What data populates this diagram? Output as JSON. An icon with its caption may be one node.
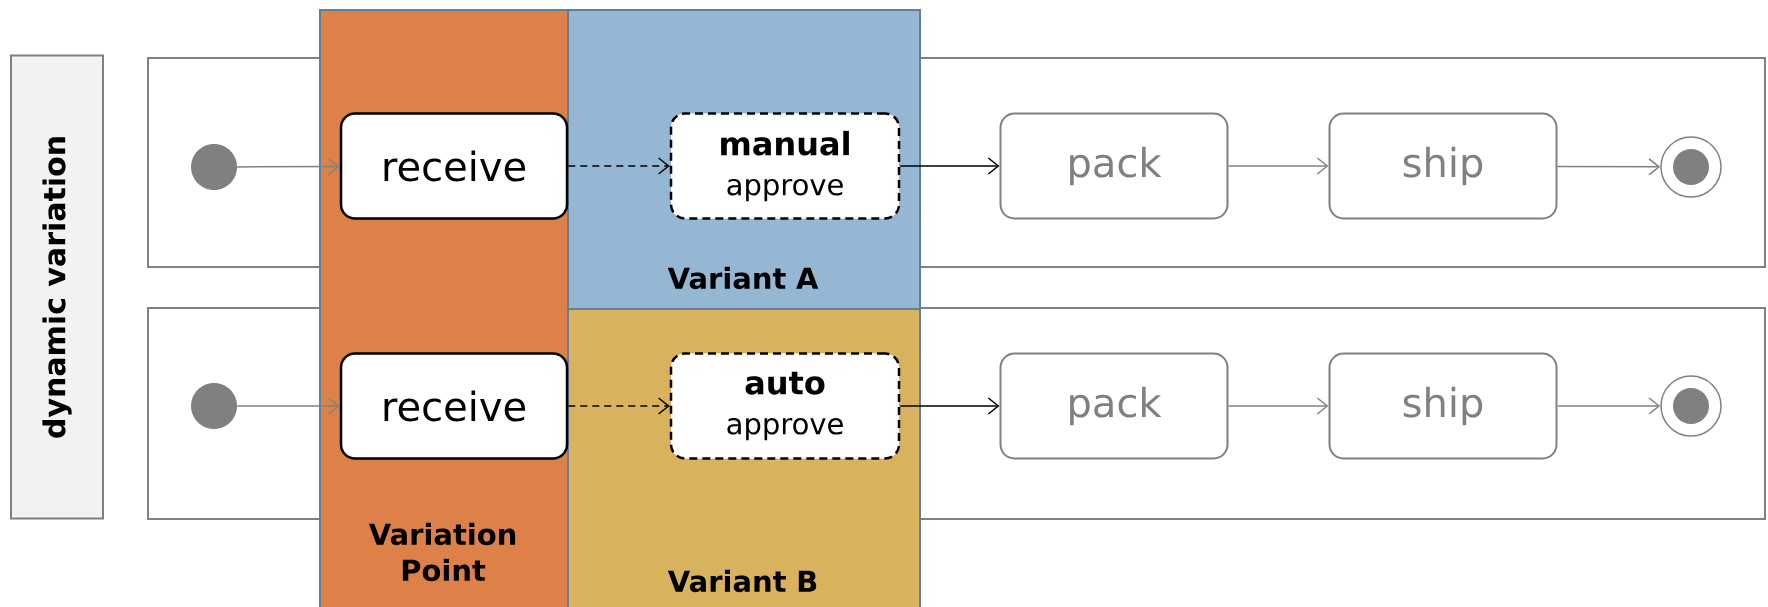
{
  "diagram": {
    "nodes": [
      {
        "text": [
          "dynamic variation"
        ]
      },
      {
        "text": [
          "Variation Point"
        ]
      },
      {
        "text": [
          "Variant A"
        ]
      },
      {
        "text": [
          "Variant B"
        ]
      },
      {
        "text": [],
        "shape": "circle"
      },
      {
        "text": [
          "receive"
        ],
        "in": 1
      },
      {
        "text": [
          "manual",
          "approve"
        ],
        "in": 2
      },
      {
        "text": [
          "pack"
        ]
      },
      {
        "text": [
          "ship"
        ]
      },
      {
        "text": [],
        "shape": "circle"
      },
      {
        "text": [],
        "shape": "circle"
      },
      {
        "text": [
          "receive"
        ],
        "in": 1
      },
      {
        "text": [
          "auto",
          "approve"
        ],
        "in": 3
      },
      {
        "text": [
          "pack"
        ]
      },
      {
        "text": [
          "ship"
        ]
      },
      {
        "text": [],
        "shape": "circle"
      }
    ],
    "edges": [
      {
        "from": 4,
        "to": 5,
        "arrow": "to"
      },
      {
        "from": 5,
        "to": 6,
        "arrow": "to",
        "style": "dashed",
        "color": "#000000"
      },
      {
        "from": 6,
        "to": 7,
        "arrow": "to",
        "color": "#000000"
      },
      {
        "from": 7,
        "to": 8,
        "arrow": "to"
      },
      {
        "from": 8,
        "to": 9,
        "arrow": "to"
      },
      {
        "from": 10,
        "to": 11,
        "arrow": "to"
      },
      {
        "from": 11,
        "to": 12,
        "arrow": "to",
        "style": "dashed",
        "color": "#000000"
      },
      {
        "from": 12,
        "to": 13,
        "arrow": "to",
        "color": "#000000"
      },
      {
        "from": 13,
        "to": 14,
        "arrow": "to"
      },
      {
        "from": 14,
        "to": 15,
        "arrow": "to"
      }
    ]
  }
}
